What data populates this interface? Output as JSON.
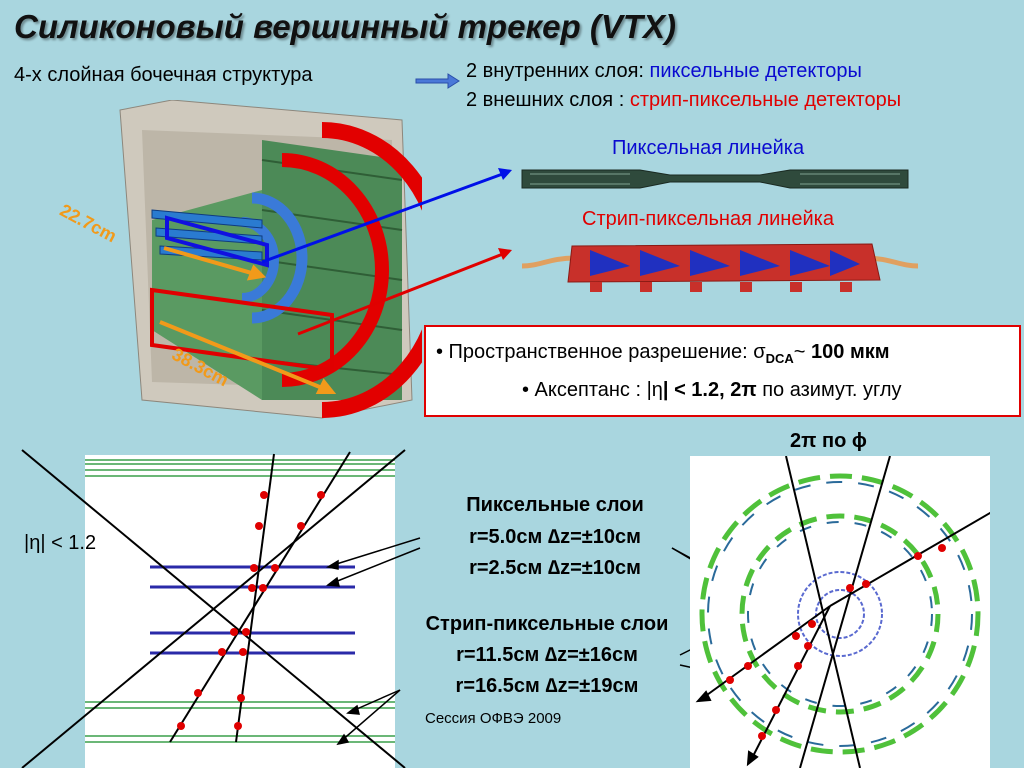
{
  "title": "Силиконовый вершинный трекер (VTX)",
  "barrel_text": "4-х слойная бочечная структура",
  "inner_prefix": "2 внутренних слоя: ",
  "inner_highlight": "пиксельные детекторы",
  "outer_prefix": "2 внешних слоя : ",
  "outer_highlight": "стрип-пиксельные детекторы",
  "pixel_ladder_label": "Пиксельная линейка",
  "strip_ladder_label": "Стрип-пиксельная линейка",
  "dim_inner": "22.7cm",
  "dim_outer": "38.3cm",
  "box": {
    "res_prefix": "• Пространственное разрешение: ",
    "sigma": "σ",
    "dca": "DCA",
    "res_suffix": "~ ",
    "res_value": "100 мкм",
    "acc_prefix": "• Аксептанс : |",
    "eta": "η",
    "acc_mid": "| < 1.2,  2",
    "pi": "π",
    "acc_suffix": " по азимут. углу"
  },
  "eta_label": "|η| < 1.2",
  "phi_label": "2π по ϕ",
  "pixel_layers": {
    "title": "Пиксельные слои",
    "r1": "r=5.0см  ∆z=±10см",
    "r2": "r=2.5см  ∆z=±10см"
  },
  "strip_layers": {
    "title": "Стрип-пиксельные слои",
    "r1": "r=11.5см   ∆z=±16см",
    "r2": "r=16.5см   ∆z=±19см"
  },
  "footer": "Сессия ОФВЭ 2009",
  "colors": {
    "background": "#a9d6df",
    "red": "#e00000",
    "blue": "#0a0ad0",
    "arrow_blue": "#4a78d8"
  }
}
